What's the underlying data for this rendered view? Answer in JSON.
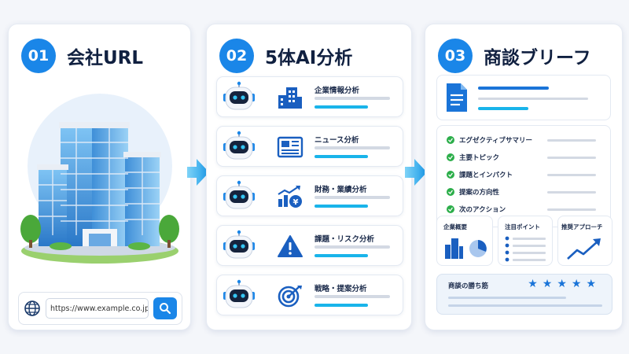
{
  "steps": [
    {
      "number": "01",
      "title": "会社URL"
    },
    {
      "number": "02",
      "title": "5体AI分析"
    },
    {
      "number": "03",
      "title": "商談ブリーフ"
    }
  ],
  "url_input": {
    "value": "https://www.example.co.jp"
  },
  "analyses": [
    {
      "label": "企業情報分析",
      "icon": "building-icon"
    },
    {
      "label": "ニュース分析",
      "icon": "newspaper-icon"
    },
    {
      "label": "財務・業績分析",
      "icon": "finance-chart-icon"
    },
    {
      "label": "課題・リスク分析",
      "icon": "warning-icon"
    },
    {
      "label": "戦略・提案分析",
      "icon": "target-icon"
    }
  ],
  "brief": {
    "checklist": [
      "エグゼクティブサマリー",
      "主要トピック",
      "課題とインパクト",
      "提案の方向性",
      "次のアクション"
    ],
    "cards": [
      "企業概要",
      "注目ポイント",
      "推奨アプローチ"
    ],
    "win_label": "商談の勝ち筋",
    "stars": "★★★★★"
  },
  "colors": {
    "accent": "#1a86e8",
    "cyan": "#19b4ea",
    "check": "#2cae4a",
    "navy": "#102040"
  }
}
